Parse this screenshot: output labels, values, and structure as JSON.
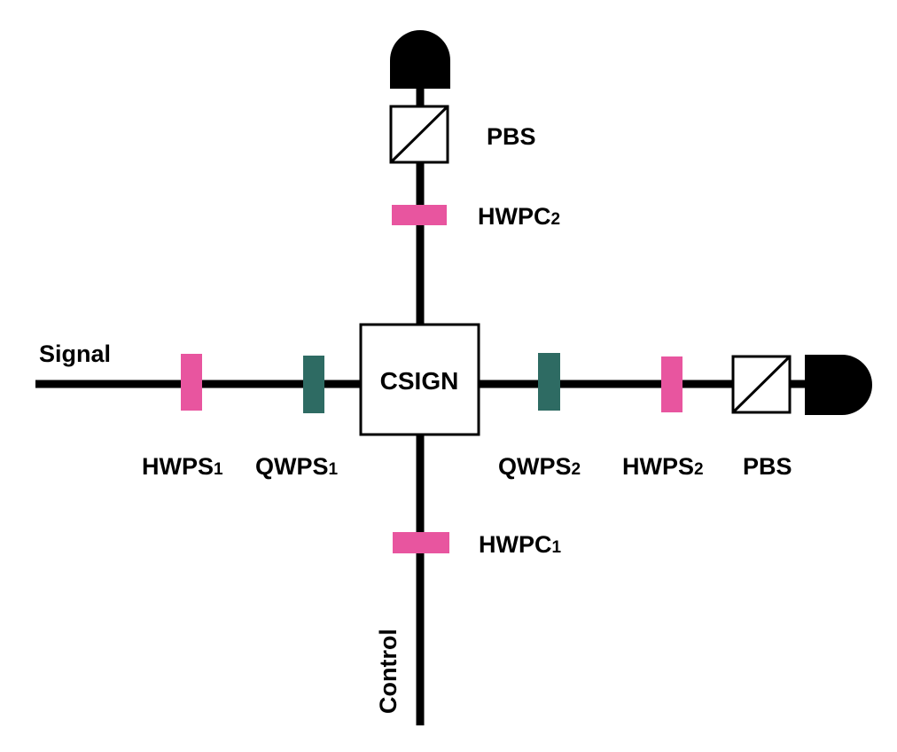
{
  "colors": {
    "line": "#000000",
    "half_wave_plate": "#e8559f",
    "quarter_wave_plate": "#2e6b63",
    "detector": "#000000",
    "background": "#ffffff"
  },
  "icons": {
    "detector": "detector-icon",
    "beam_splitter": "polarizing-beam-splitter-icon"
  },
  "labels": {
    "signal": "Signal",
    "control": "Control",
    "csign": "CSIGN",
    "pbs_top": "PBS",
    "pbs_right": "PBS",
    "hwpc2": {
      "base": "HWPC",
      "sub": "2"
    },
    "hwpc1": {
      "base": "HWPC",
      "sub": "1"
    },
    "hwps1": {
      "base": "HWPS",
      "sub": "1"
    },
    "qwps1": {
      "base": "QWPS",
      "sub": "1"
    },
    "qwps2": {
      "base": "QWPS",
      "sub": "2"
    },
    "hwps2": {
      "base": "HWPS",
      "sub": "2"
    }
  }
}
